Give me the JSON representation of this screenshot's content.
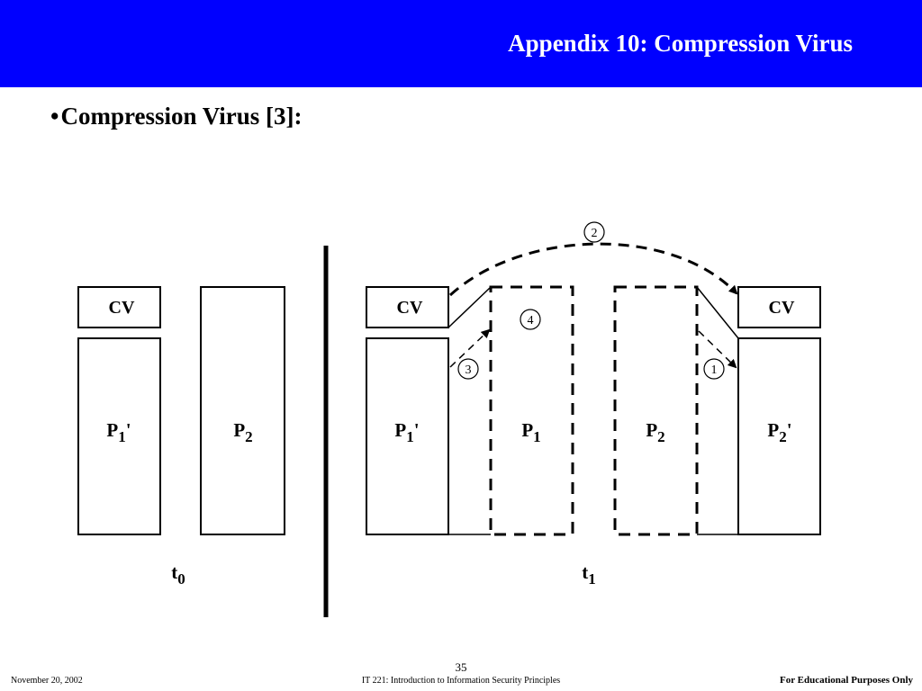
{
  "header": {
    "title": "Appendix 10: Compression Virus"
  },
  "bullet": {
    "dot": "•",
    "text": "Compression Virus [3]:"
  },
  "diagram": {
    "t0": {
      "cv": "CV",
      "p1_main": "P",
      "p1_sub": "1",
      "p1_prime": "'",
      "p2_main": "P",
      "p2_sub": "2",
      "time_main": "t",
      "time_sub": "0"
    },
    "t1": {
      "cv_left": "CV",
      "cv_right": "CV",
      "p1_prime_main": "P",
      "p1_prime_sub": "1",
      "p1_prime_prime": "'",
      "p1_main": "P",
      "p1_sub": "1",
      "p2_main": "P",
      "p2_sub": "2",
      "p2_prime_main": "P",
      "p2_prime_sub": "2",
      "p2_prime_prime": "'",
      "time_main": "t",
      "time_sub": "1",
      "steps": [
        "1",
        "2",
        "3",
        "4"
      ]
    }
  },
  "footer": {
    "date": "November 20,  2002",
    "page": "35",
    "course": "IT 221: Introduction to Information Security Principles",
    "notice": "For Educational Purposes Only"
  }
}
